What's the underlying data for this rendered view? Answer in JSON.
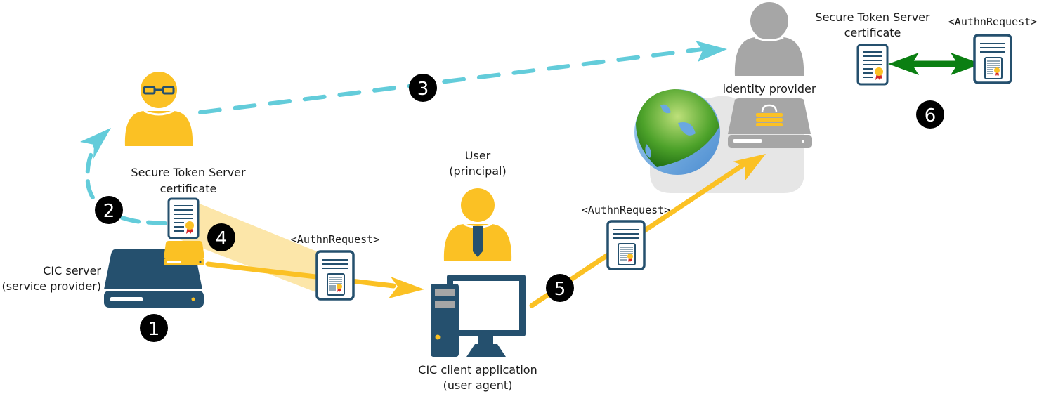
{
  "colors": {
    "yellow": "#FBC124",
    "navy": "#25506E",
    "cyan": "#63CCDA",
    "grey": "#A6A6A6",
    "cloud": "#E6E6E6",
    "green": "#0B7F12",
    "black": "#000000",
    "beam": "#FCE3A0"
  },
  "labels": {
    "cic_server_line1": "CIC server",
    "cic_server_line2": "(service provider)",
    "sts_left_line1": "Secure Token Server",
    "sts_left_line2": "certificate",
    "authn_mid": "<AuthnRequest>",
    "user_line1": "User",
    "user_line2": "(principal)",
    "client_line1": "CIC client application",
    "client_line2": "(user agent)",
    "authn_right": "<AuthnRequest>",
    "identity_provider": "identity provider",
    "sts_right_line1": "Secure Token Server",
    "sts_right_line2": "certificate",
    "authn_top": "<AuthnRequest>"
  },
  "steps": [
    "1",
    "2",
    "3",
    "4",
    "5",
    "6"
  ],
  "icons": {
    "cic_server": "server-icon",
    "sts_admin": "person-with-glasses-icon",
    "sts_cert": "certificate-icon",
    "sts_server": "small-server-icon",
    "authn_doc": "document-icon",
    "user": "person-with-tie-icon",
    "client": "desktop-computer-icon",
    "globe": "globe-icon",
    "idp_person": "person-icon",
    "idp_server": "locked-server-icon"
  }
}
